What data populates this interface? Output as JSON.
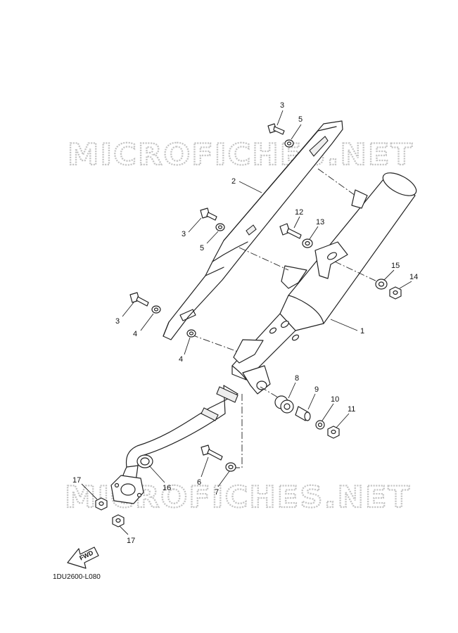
{
  "watermarks": [
    "MICROFICHES.NET",
    "MICROFICHES.NET"
  ],
  "callouts": [
    {
      "id": "c3a",
      "label": "3"
    },
    {
      "id": "c5a",
      "label": "5"
    },
    {
      "id": "c2",
      "label": "2"
    },
    {
      "id": "c3b",
      "label": "3"
    },
    {
      "id": "c5b",
      "label": "5"
    },
    {
      "id": "c12",
      "label": "12"
    },
    {
      "id": "c13",
      "label": "13"
    },
    {
      "id": "c15",
      "label": "15"
    },
    {
      "id": "c14",
      "label": "14"
    },
    {
      "id": "c3c",
      "label": "3"
    },
    {
      "id": "c4a",
      "label": "4"
    },
    {
      "id": "c1",
      "label": "1"
    },
    {
      "id": "c4b",
      "label": "4"
    },
    {
      "id": "c8",
      "label": "8"
    },
    {
      "id": "c9",
      "label": "9"
    },
    {
      "id": "c10",
      "label": "10"
    },
    {
      "id": "c11",
      "label": "11"
    },
    {
      "id": "c17a",
      "label": "17"
    },
    {
      "id": "c16",
      "label": "16"
    },
    {
      "id": "c6",
      "label": "6"
    },
    {
      "id": "c7",
      "label": "7"
    },
    {
      "id": "c17b",
      "label": "17"
    }
  ],
  "fwd_label": "FWD",
  "diagram_code": "1DU2600-L080"
}
